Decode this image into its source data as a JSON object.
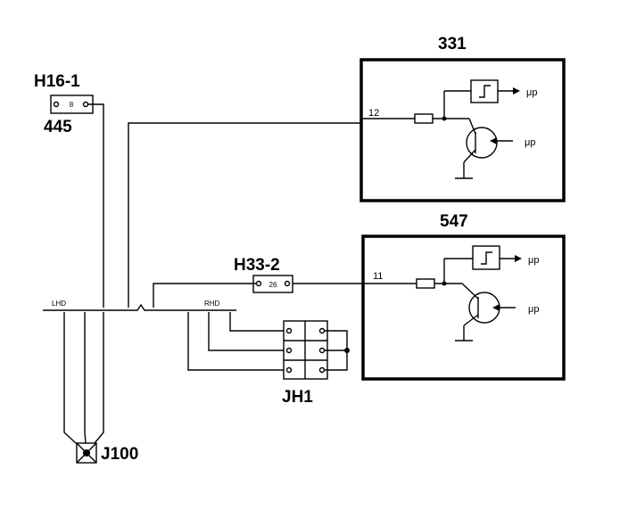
{
  "modules": {
    "top": {
      "id": "331",
      "pin": "12",
      "out1": "μp",
      "out2": "μp"
    },
    "bottom": {
      "id": "547",
      "pin": "11",
      "out1": "μp",
      "out2": "μp"
    }
  },
  "connectors": {
    "h16": {
      "id": "H16-1",
      "pin": "8",
      "sub": "445"
    },
    "h33": {
      "id": "H33-2",
      "pin": "26"
    },
    "jh1": {
      "id": "JH1"
    },
    "j100": {
      "id": "J100"
    }
  },
  "bus": {
    "left": "LHD",
    "right": "RHD"
  }
}
